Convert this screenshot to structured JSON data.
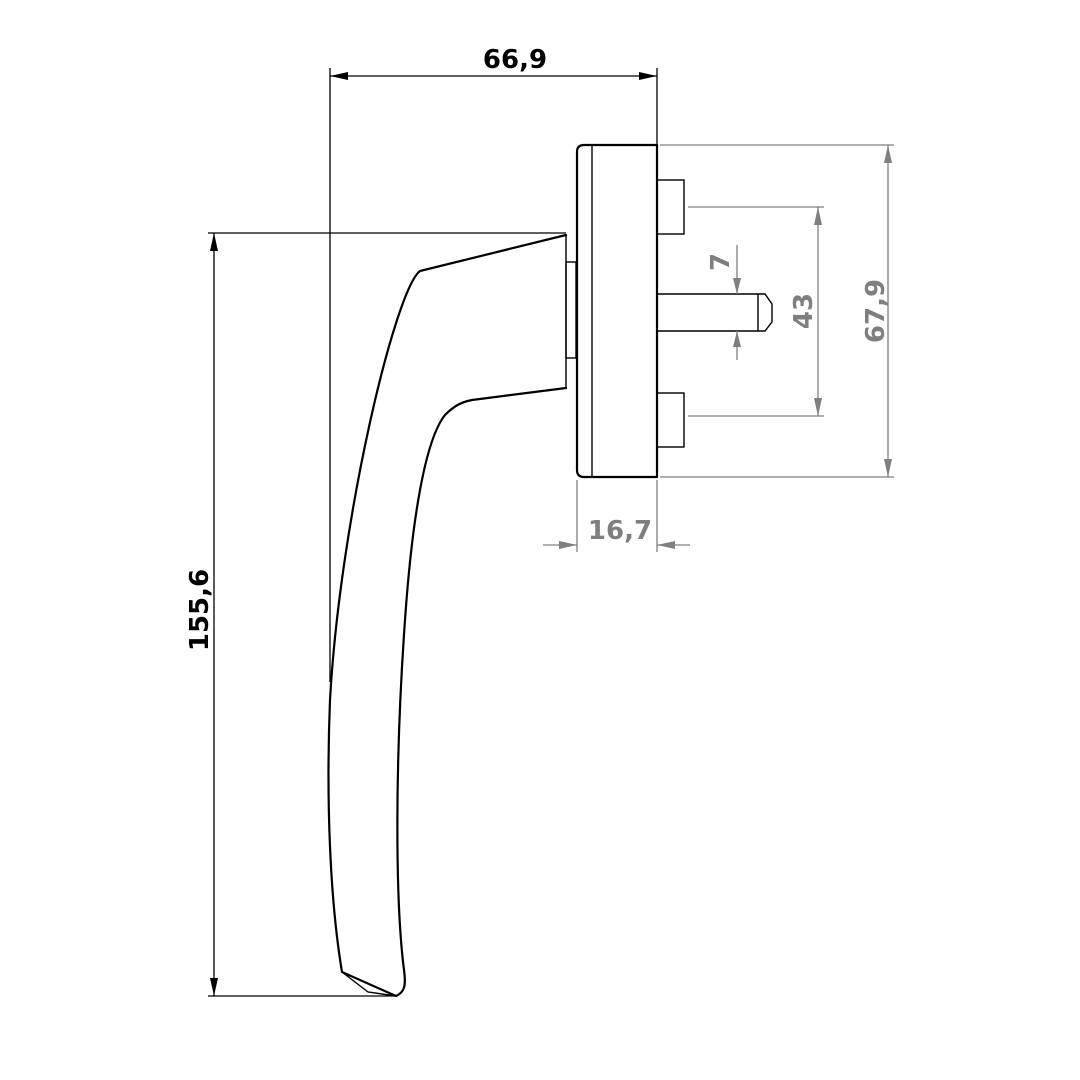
{
  "dimensions": {
    "overall_depth": "66,9",
    "overall_height": "155,6",
    "rosette_height": "67,9",
    "screw_spacing": "43",
    "spindle_size": "7",
    "rosette_depth": "16,7"
  },
  "colors": {
    "outline": "#000000",
    "primary_dimension": "#000000",
    "secondary_dimension": "#7f7f7f",
    "background": "#ffffff"
  }
}
